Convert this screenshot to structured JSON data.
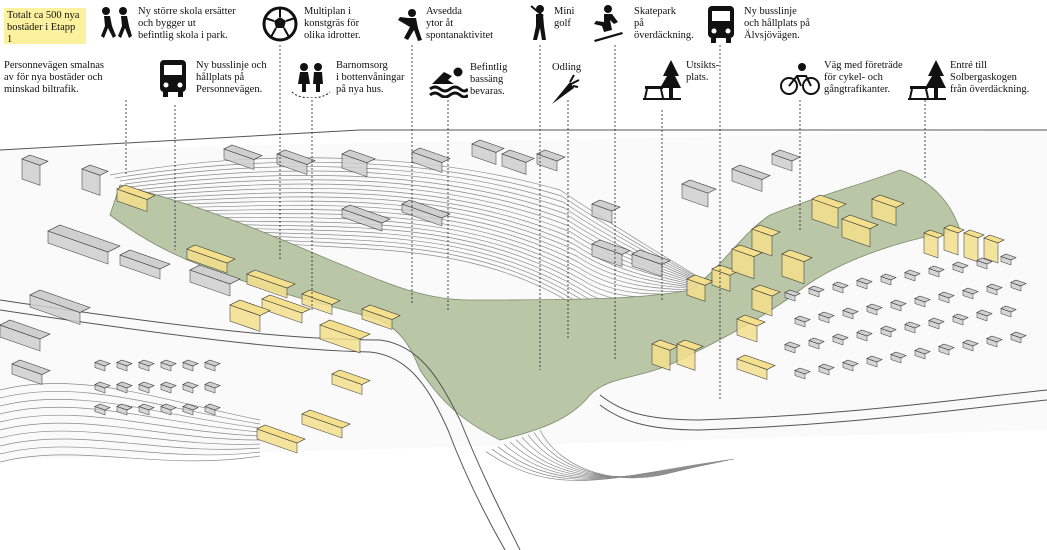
{
  "colors": {
    "green_area": "#b9c7a6",
    "new_buildings": "#f4e08c",
    "existing_buildings": "#cfcfcf",
    "badge_bg": "#fbf19f",
    "contours": "#8a8a8a"
  },
  "badge": "Totalt ca 500 nya\nbostäder i Etapp 1",
  "labels": [
    {
      "id": "school",
      "icon": "children-running-icon",
      "text": "Ny större skola ersätter\noch bygger ut\nbefintlig skola i park."
    },
    {
      "id": "multiplan",
      "icon": "football-icon",
      "text": "Multiplan i\nkonstgräs för\nolika idrotter."
    },
    {
      "id": "spontan",
      "icon": "baseball-player-icon",
      "text": "Avsedda\nytor åt\nspontanaktivitet"
    },
    {
      "id": "minigolf",
      "icon": "golfer-icon",
      "text": "Mini\ngolf"
    },
    {
      "id": "skatepark",
      "icon": "skateboarder-icon",
      "text": "Skatepark\npå\növerdäckning."
    },
    {
      "id": "bus_alvsjo",
      "icon": "bus-icon",
      "text": "Ny busslinje\noch hållplats på\nÄlvsjövägen."
    },
    {
      "id": "personnevagen",
      "icon": "",
      "text": "Personnevägen smalnas\nav för nya bostäder och\nminskad biltrafik."
    },
    {
      "id": "bus_personne",
      "icon": "bus-icon",
      "text": "Ny busslinje och\nhållplats på\nPersonnevägen."
    },
    {
      "id": "barnomsorg",
      "icon": "kids-icon",
      "text": "Barnomsorg\ni bottenvåningar\npå nya hus."
    },
    {
      "id": "bassang",
      "icon": "swimmer-icon",
      "text": "Befintlig\nbassäng\nbevaras."
    },
    {
      "id": "odling",
      "icon": "carrot-icon",
      "text": "Odling"
    },
    {
      "id": "utsikt",
      "icon": "picnic-tree-icon",
      "text": "Utsikts-\nplats."
    },
    {
      "id": "cykel",
      "icon": "cyclist-icon",
      "text": "Väg med företräde\nför cykel- och\ngångtrafikanter."
    },
    {
      "id": "solberga",
      "icon": "picnic-tree-icon",
      "text": "Entré till\nSolbergaskogen\nfrån överdäckning."
    }
  ]
}
